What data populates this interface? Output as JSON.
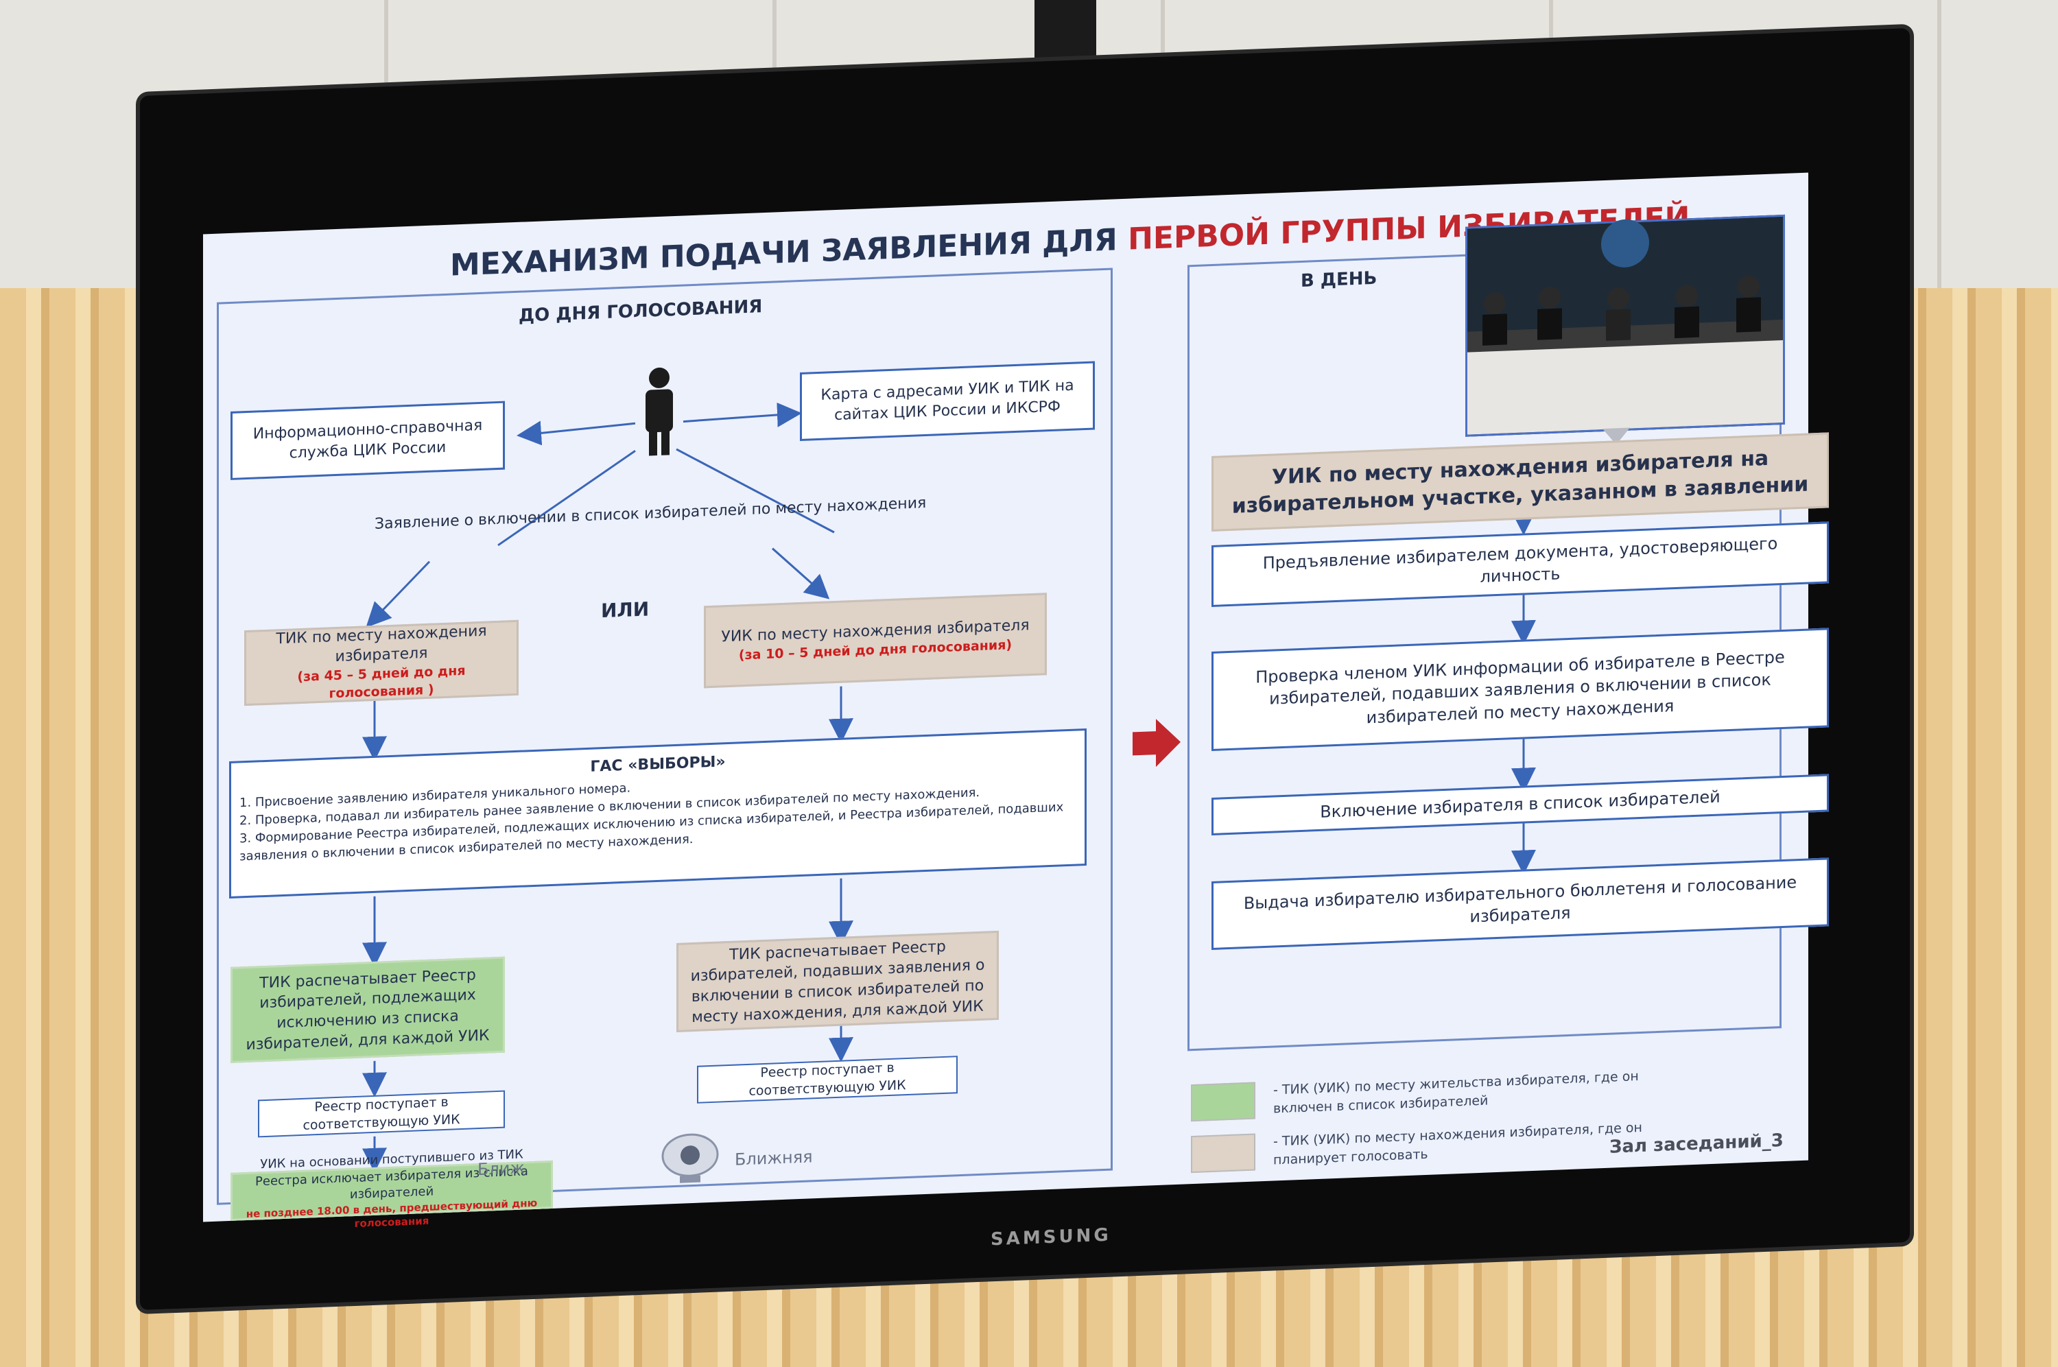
{
  "slide": {
    "title_main": "МЕХАНИЗМ ПОДАЧИ ЗАЯВЛЕНИЯ ДЛЯ ",
    "title_red": "ПЕРВОЙ ГРУППЫ ИЗБИРАТЕЛЕЙ",
    "left_heading": "ДО ДНЯ ГОЛОСОВАНИЯ",
    "right_heading": "В ДЕНЬ",
    "info_service": "Информационно-справочная служба ЦИК России",
    "map_box": "Карта с адресами УИК и ТИК на сайтах ЦИК России и ИКСРФ",
    "application_label": "Заявление о включении в список избирателей по месту нахождения",
    "or_label": "ИЛИ",
    "tik_box": "ТИК по месту нахождения избирателя",
    "tik_box_red": "(за 45 – 5 дней до дня голосования )",
    "uik_box": "УИК по месту нахождения избирателя",
    "uik_box_red": "(за 10 – 5 дней до дня голосования)",
    "gas_title": "ГАС «ВЫБОРЫ»",
    "gas_items": [
      "1. Присвоение заявлению избирателя уникального номера.",
      "2. Проверка, подавал ли избиратель ранее заявление о включении в список избирателей по месту нахождения.",
      "3. Формирование Реестра избирателей, подлежащих исключению из списка избирателей, и Реестра избирателей, подавших заявления о включении в список избирателей по месту нахождения."
    ],
    "green_print": "ТИК распечатывает Реестр избирателей, подлежащих исключению из списка избирателей, для каждой УИК",
    "beige_print": "ТИК распечатывает Реестр избирателей, подавших заявления о включении в список избирателей по месту нахождения, для каждой УИК",
    "registry_left": "Реестр поступает в соответствующую УИК",
    "registry_right": "Реестр поступает в соответствующую УИК",
    "uik_excludes": "УИК на основании поступившего из ТИК Реестра исключает избирателя из списка избирателей",
    "uik_excludes_red": "не позднее 18.00 в день, предшествующий дню голосования",
    "right_top": "УИК по месту нахождения избирателя на избирательном участке, указанном в заявлении",
    "right_steps": [
      "Предъявление избирателем документа, удостоверяющего личность",
      "Проверка членом УИК информации об избирателе в Реестре избирателей, подавших заявления о включении в список избирателей по месту нахождения",
      "Включение избирателя в список избирателей",
      "Выдача избирателю избирательного бюллетеня и голосование избирателя"
    ],
    "legend_green": "- ТИК (УИК) по месту жительства избирателя, где он включен в список избирателей",
    "legend_beige": "- ТИК (УИК) по месту нахождения избирателя, где он планирует голосовать",
    "overlay_left": "Ближ",
    "overlay_cam": "Ближняя",
    "overlay_room": "Зал заседаний_3"
  },
  "tv_brand": "SAMSUNG",
  "colors": {
    "title_red": "#c1272d",
    "box_border": "#3a66b8",
    "green_box": "#a9d59b",
    "beige_box": "#dfd2c6",
    "arrow_red": "#c1272d"
  }
}
